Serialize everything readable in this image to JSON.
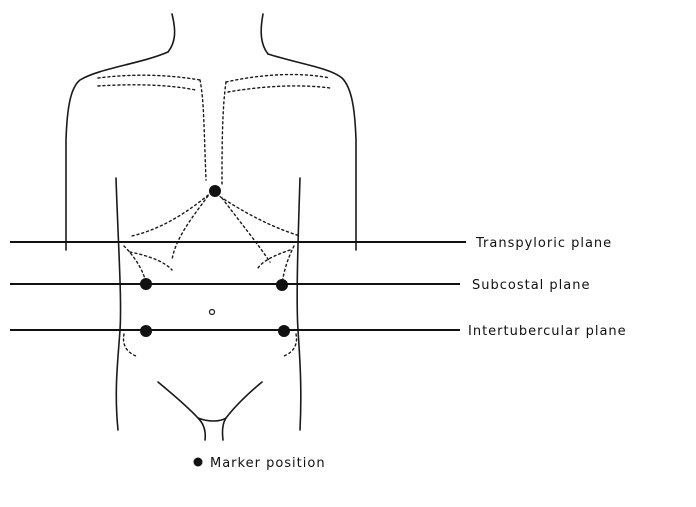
{
  "planes": [
    {
      "label": "Transpyloric plane"
    },
    {
      "label": "Subcostal plane"
    },
    {
      "label": "Intertubercular plane"
    }
  ],
  "legend": {
    "label": "Marker position"
  },
  "colors": {
    "ink": "#111111",
    "background": "#ffffff"
  }
}
